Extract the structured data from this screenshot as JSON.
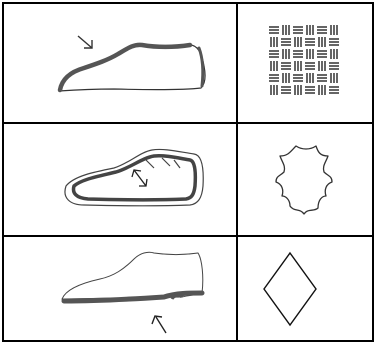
{
  "figure": {
    "background": "#ffffff",
    "line_color": "#000000",
    "stroke_color": "#555555",
    "rows": [
      {
        "row": 1,
        "left_icon": "shoe-upper-highlight-with-arrow-icon",
        "right_icon": "woven-textile-pattern-icon"
      },
      {
        "row": 2,
        "left_icon": "shoe-insole-with-double-arrow-icon",
        "right_icon": "leather-hide-icon"
      },
      {
        "row": 3,
        "left_icon": "shoe-outsole-highlight-with-arrow-icon",
        "right_icon": "diamond-outline-icon"
      }
    ]
  }
}
